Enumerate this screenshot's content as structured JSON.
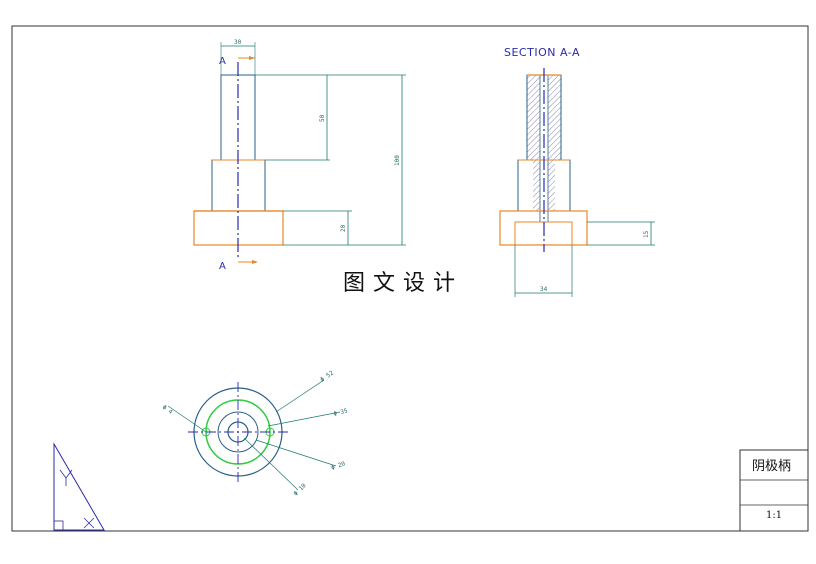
{
  "drawing": {
    "section_title": "SECTION A-A",
    "section_marker_top": "A",
    "section_marker_bottom": "A",
    "watermark": "图文设计"
  },
  "dimensions": {
    "top_width": "30",
    "upper_length": "50",
    "total_length": "100",
    "flange_height": "20",
    "section_flange_height": "15",
    "base_width": "34",
    "dia_outer": "Φ 52",
    "dia_holes": "Φ 4",
    "dia_pitch": "Φ 35",
    "dia_mid": "Φ 20",
    "dia_inner": "Φ 10"
  },
  "title_block": {
    "part_name": "阴极柄",
    "scale": "1:1"
  },
  "colors": {
    "border": "#333333",
    "outline": "#2b5f8a",
    "dimension": "#1e7a6e",
    "flange": "#e8872a",
    "centerline": "#2a2ab0",
    "hatch": "#6a6a9a",
    "green_circle": "#2ecc40"
  }
}
